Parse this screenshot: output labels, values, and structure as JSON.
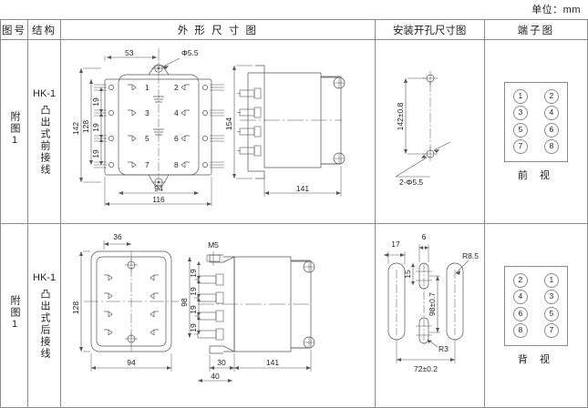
{
  "unit_note": "单位：mm",
  "table": {
    "headers": [
      {
        "label": "图号"
      },
      {
        "label": "结构"
      },
      {
        "label": "外 形 尺 寸 图"
      },
      {
        "label": "安装开孔尺寸图"
      },
      {
        "label": "端子图"
      }
    ],
    "rows": [
      {
        "fig_no": "附图1",
        "struct_code": "HK-1",
        "struct_type": "凸出式前接线",
        "outline": {
          "front_view": {
            "dims": [
              "53",
              "Φ5.5",
              "142",
              "128",
              "19",
              "19",
              "19",
              "94",
              "116"
            ],
            "terminal_labels": [
              "1",
              "2",
              "3",
              "4",
              "5",
              "6",
              "7",
              "8"
            ]
          },
          "side_view": {
            "dims": [
              "154",
              "141"
            ]
          }
        },
        "cutout": {
          "dims": [
            "142±0.8",
            "2-Φ5.5"
          ]
        },
        "terminal": {
          "left_pins": [
            "1",
            "3",
            "5",
            "7"
          ],
          "right_pins": [
            "2",
            "4",
            "6",
            "8"
          ],
          "caption": "前 视"
        }
      },
      {
        "fig_no": "附图1",
        "struct_code": "HK-1",
        "struct_type": "凸出式后接线",
        "outline": {
          "front_view": {
            "dims": [
              "36",
              "128",
              "94"
            ]
          },
          "side_view": {
            "dims": [
              "M5",
              "98",
              "19",
              "19",
              "19",
              "30",
              "40",
              "141"
            ]
          }
        },
        "cutout": {
          "dims": [
            "17",
            "6",
            "15",
            "98±0.7",
            "R8.5",
            "R3",
            "72±0.2"
          ]
        },
        "terminal": {
          "left_pins": [
            "2",
            "4",
            "6",
            "8"
          ],
          "right_pins": [
            "1",
            "3",
            "5",
            "7"
          ],
          "caption": "背 视"
        }
      }
    ]
  },
  "colors": {
    "line": "#8c8c8c",
    "text": "#231f20",
    "background": "#ffffff"
  }
}
